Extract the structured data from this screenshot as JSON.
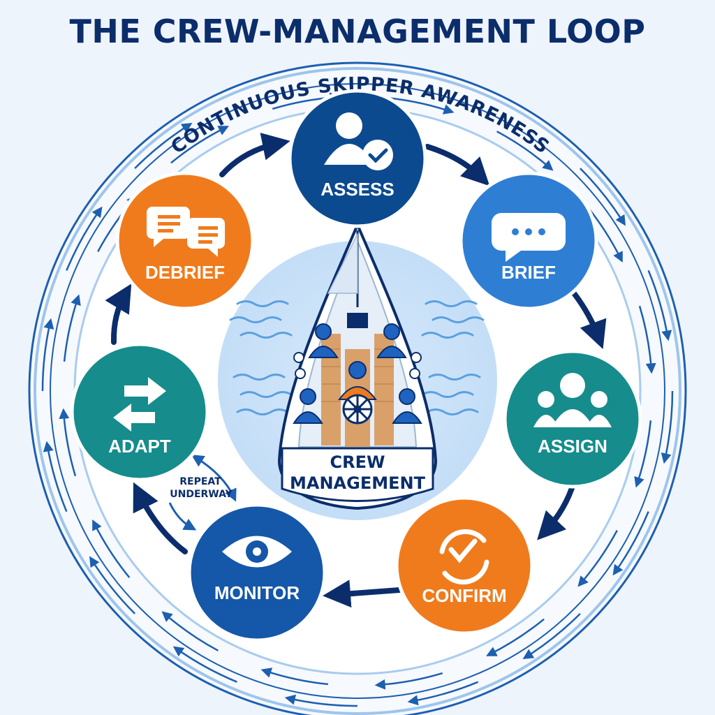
{
  "title": "THE CREW-MANAGEMENT LOOP",
  "outer_ring_label": "CONTINUOUS SKIPPER AWARENESS",
  "center": {
    "line1": "CREW",
    "line2": "MANAGEMENT"
  },
  "inner_note": {
    "line1": "REPEAT",
    "line2": "UNDERWAY"
  },
  "steps": [
    {
      "label": "ASSESS",
      "icon": "person-check-icon",
      "color": "#0c4a8f"
    },
    {
      "label": "BRIEF",
      "icon": "speech-bubble-icon",
      "color": "#2e7fd3"
    },
    {
      "label": "ASSIGN",
      "icon": "group-icon",
      "color": "#168c8c"
    },
    {
      "label": "CONFIRM",
      "icon": "refresh-check-icon",
      "color": "#f07b1c"
    },
    {
      "label": "MONITOR",
      "icon": "eye-icon",
      "color": "#1557a8"
    },
    {
      "label": "ADAPT",
      "icon": "swap-arrows-icon",
      "color": "#168c8c"
    },
    {
      "label": "DEBRIEF",
      "icon": "chat-bubbles-icon",
      "color": "#f07b1c"
    }
  ],
  "colors": {
    "navy": "#0b2d6b",
    "ring": "#1d5fb0",
    "white": "#ffffff",
    "orange": "#f07b1c",
    "deck": "#d9a06a"
  }
}
